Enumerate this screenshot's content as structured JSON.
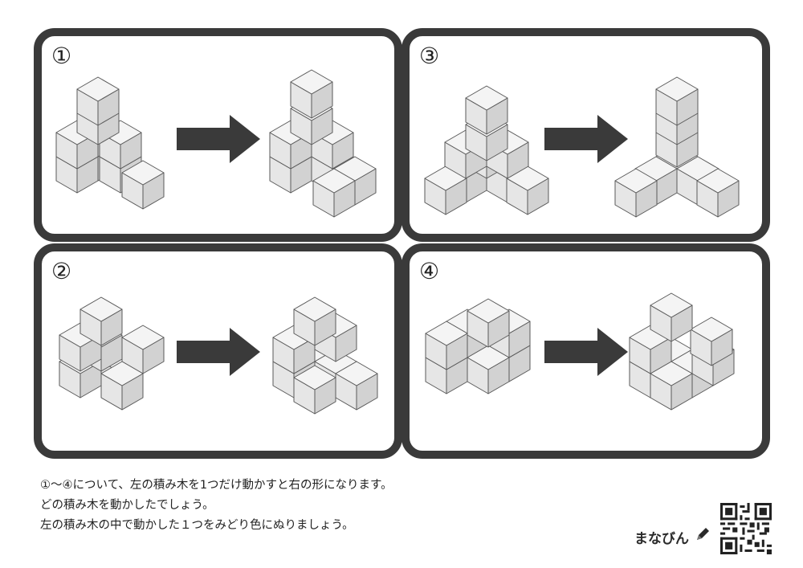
{
  "panels": [
    {
      "label": "①"
    },
    {
      "label": "②"
    },
    {
      "label": "③"
    },
    {
      "label": "④"
    }
  ],
  "instructions": [
    "①〜④について、左の積み木を1つだけ動かすと右の形になります。",
    "どの積み木を動かしたでしょう。",
    "左の積み木の中で動かした１つをみどり色にぬりましょう。"
  ],
  "brand": {
    "name": "まなびん",
    "icon": "pencil-icon"
  },
  "qr": {
    "icon": "qr-code-icon"
  },
  "colors": {
    "border": "#3a3a3a",
    "arrow": "#3a3a3a",
    "cube_top": "#f4f4f4",
    "cube_left": "#e6e6e6",
    "cube_right": "#d2d2d2",
    "cube_edge": "#5a5a5a"
  }
}
